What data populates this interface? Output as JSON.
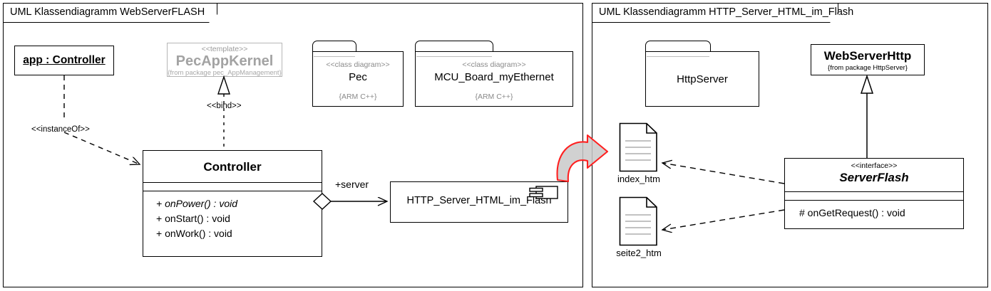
{
  "frames": [
    {
      "id": "left",
      "label": "UML Klassendiagramm WebServerFLASH"
    },
    {
      "id": "right",
      "label": "UML Klassendiagramm HTTP_Server_HTML_im_Flash"
    }
  ],
  "left_panel": {
    "object_box": {
      "name": "app : Controller"
    },
    "template_box": {
      "stereotype": "<<template>>",
      "name": "PecAppKernel",
      "from": "{from package pec_AppManagement}",
      "color": "#a3a3a3"
    },
    "packages": [
      {
        "stereotype": "<<class diagram>>",
        "name": "Pec",
        "footer": "{ARM C++}"
      },
      {
        "stereotype": "<<class diagram>>",
        "name": "MCU_Board_myEthernet",
        "footer": "{ARM C++}"
      }
    ],
    "controller_class": {
      "name": "Controller",
      "attributes": [],
      "operations": [
        {
          "text": "+ onPower() : void",
          "italic": true
        },
        {
          "text": "+ onStart() : void",
          "italic": false
        },
        {
          "text": "+ onWork() : void",
          "italic": false
        }
      ]
    },
    "component": {
      "name": "HTTP_Server_HTML_im_Flash",
      "icon": "component-icon"
    },
    "edges": [
      {
        "name": "instanceOf",
        "label": "<<instanceOf>>",
        "style": "dashed",
        "arrow": "open"
      },
      {
        "name": "bind",
        "label": "<<bind>>",
        "style": "dashed",
        "arrow": "hollow-triangle"
      },
      {
        "name": "server-aggregation",
        "label": "+server",
        "style": "solid",
        "arrow": "open",
        "source_decoration": "hollow-diamond"
      }
    ]
  },
  "right_panel": {
    "package": {
      "name": "HttpServer"
    },
    "base_class": {
      "name": "WebServerHttp",
      "from": "{from package HttpServer}"
    },
    "interface_class": {
      "stereotype": "<<interface>>",
      "name": "ServerFlash",
      "attributes": [],
      "operations": [
        {
          "text": "# onGetRequest() : void",
          "italic": false
        }
      ]
    },
    "documents": [
      {
        "name": "index_htm",
        "icon": "document-icon"
      },
      {
        "name": "seite2_htm",
        "icon": "document-icon"
      }
    ],
    "edges": [
      {
        "name": "generalization",
        "label": "",
        "style": "solid",
        "arrow": "hollow-triangle"
      },
      {
        "name": "dependency-index",
        "label": "",
        "style": "dashed",
        "arrow": "open"
      },
      {
        "name": "dependency-seite2",
        "label": "",
        "style": "dashed",
        "arrow": "open"
      }
    ]
  },
  "annotation": {
    "name": "red-curved-arrow",
    "stroke_color": "#ff2020",
    "fill_color": "#c9c9c9"
  }
}
